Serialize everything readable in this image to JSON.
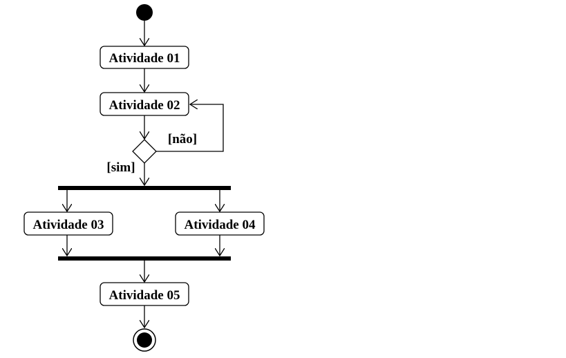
{
  "diagram": {
    "activities": {
      "a01": "Atividade 01",
      "a02": "Atividade 02",
      "a03": "Atividade 03",
      "a04": "Atividade 04",
      "a05": "Atividade 05"
    },
    "guards": {
      "no": "[não]",
      "yes": "[sim]"
    }
  },
  "colors": {
    "stroke": "#000000",
    "background": "#ffffff"
  }
}
